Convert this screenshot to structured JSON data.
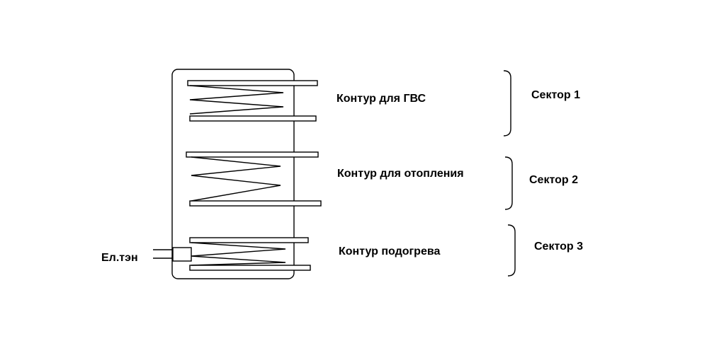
{
  "diagram": {
    "labels": {
      "contour_dhw": "Контур для ГВС",
      "contour_heating": "Контур для отопления",
      "contour_preheat": "Контур подогрева",
      "electric_heater": "Ел.тэн",
      "sector_1": "Сектор 1",
      "sector_2": "Сектор 2",
      "sector_3": "Сектор 3"
    },
    "colors": {
      "stroke": "#000000",
      "background": "#ffffff"
    }
  }
}
